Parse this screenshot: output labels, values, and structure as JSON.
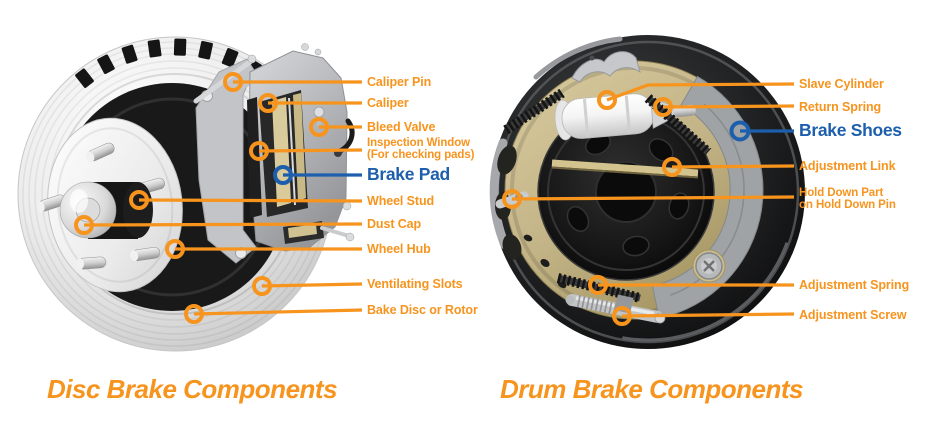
{
  "colors": {
    "callout_orange": "#F7941E",
    "callout_blue": "#1D5FAC",
    "background": "#FFFFFF"
  },
  "diagrams": {
    "disc": {
      "title": "Disc Brake Components",
      "labels": {
        "caliper_pin": "Caliper Pin",
        "caliper": "Caliper",
        "bleed_valve": "Bleed Valve",
        "inspection_window_line1": "Inspection Window",
        "inspection_window_line2": "(For checking pads)",
        "brake_pad": "Brake Pad",
        "wheel_stud": "Wheel Stud",
        "dust_cap": "Dust Cap",
        "wheel_hub": "Wheel Hub",
        "ventilating_slots": "Ventilating Slots",
        "bake_disc_or_rotor": "Bake Disc or Rotor"
      }
    },
    "drum": {
      "title": "Drum Brake Components",
      "labels": {
        "slave_cylinder": "Slave Cylinder",
        "return_spring": "Return Spring",
        "brake_shoes": "Brake Shoes",
        "adjustment_link": "Adjustment Link",
        "hold_down_line1": "Hold Down Part",
        "hold_down_line2": "on Hold Down Pin",
        "adjustment_spring": "Adjustment Spring",
        "adjustment_screw": "Adjustment Screw"
      }
    }
  }
}
